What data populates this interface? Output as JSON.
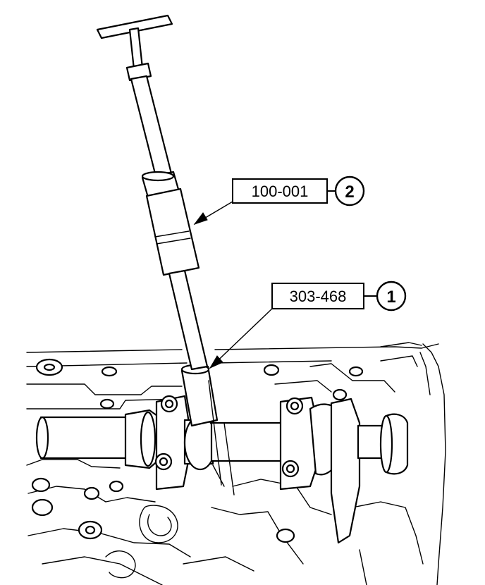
{
  "callouts": [
    {
      "part_number": "303-468",
      "index": "1"
    },
    {
      "part_number": "100-001",
      "index": "2"
    }
  ]
}
